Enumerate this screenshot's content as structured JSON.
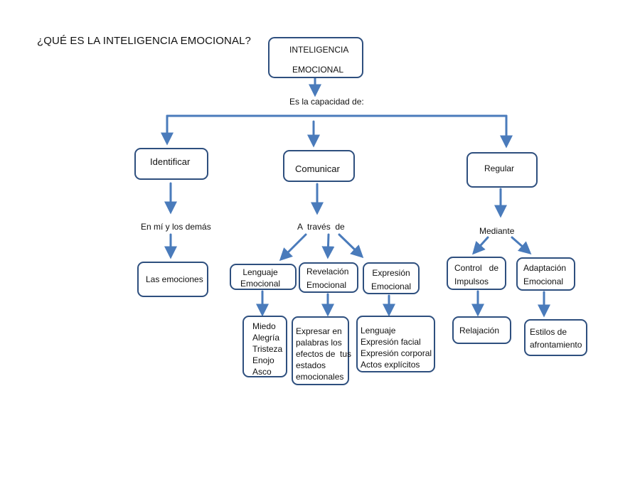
{
  "title": "¿QUÉ ES LA INTELIGENCIA EMOCIONAL?",
  "colors": {
    "box_border": "#2e4f7e",
    "arrow": "#4a7bbb"
  },
  "root": {
    "line1": "INTELIGENCIA",
    "line2": "EMOCIONAL"
  },
  "root_connector": "Es la capacidad de:",
  "branches": {
    "identificar": {
      "label": "Identificar",
      "connector": "En mí y los demás",
      "child": "Las emociones"
    },
    "comunicar": {
      "label": "Comunicar",
      "connector": "A  través  de",
      "children": [
        {
          "label": "Lenguaje\nEmocional",
          "detail": "Miedo\nAlegría\nTristeza\nEnojo\nAsco"
        },
        {
          "label": "Revelación\nEmocional",
          "detail": "Expresar en\npalabras los\nefectos de  tus\nestados\nemocionales"
        },
        {
          "label": "Expresión\nEmocional",
          "detail": "Lenguaje\nExpresión facial\nExpresión corporal\nActos explícitos"
        }
      ]
    },
    "regular": {
      "label": "Regular",
      "connector": "Mediante",
      "children": [
        {
          "label": "Control   de\nImpulsos",
          "detail": "Relajación"
        },
        {
          "label": "Adaptación\nEmocional",
          "detail": "Estilos de\nafrontamiento"
        }
      ]
    }
  }
}
